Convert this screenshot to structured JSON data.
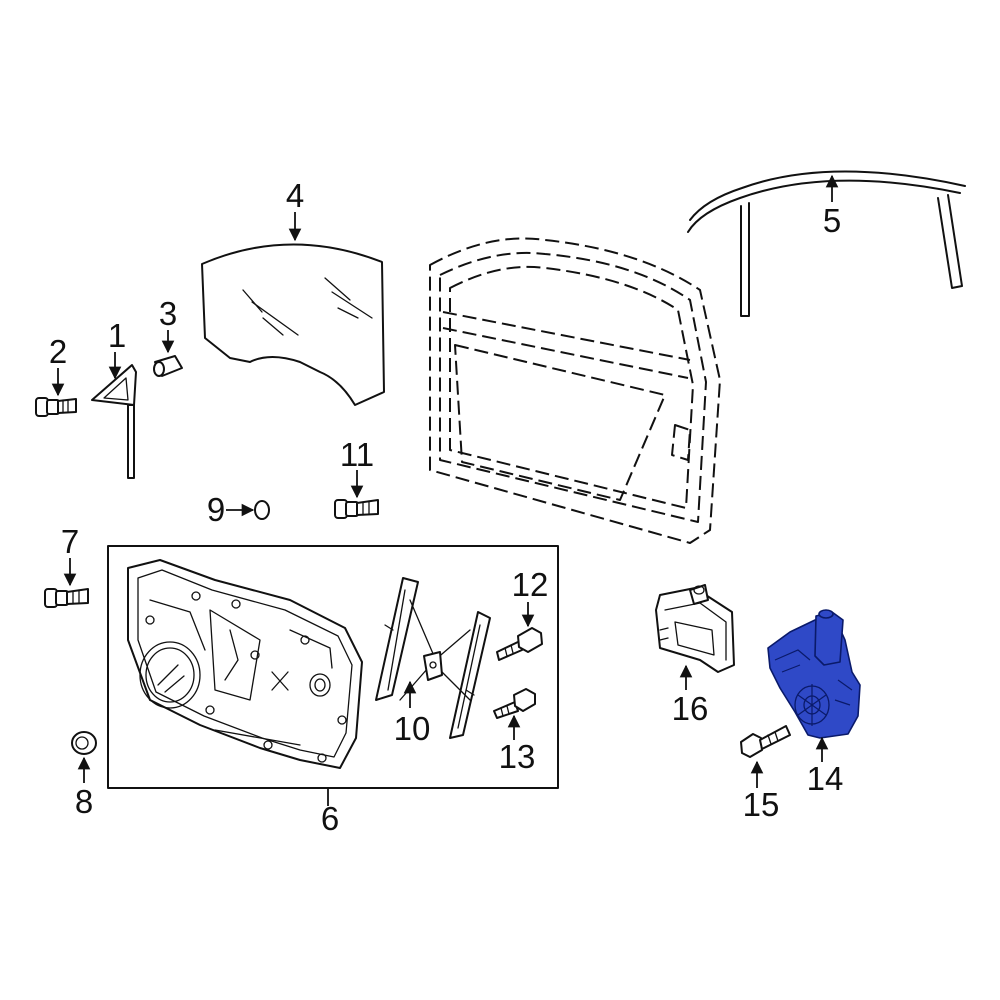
{
  "diagram": {
    "highlight_color": "#2f49c7",
    "line_color": "#111111",
    "background": "#ffffff"
  },
  "callouts": {
    "c1": "1",
    "c2": "2",
    "c3": "3",
    "c4": "4",
    "c5": "5",
    "c6": "6",
    "c7": "7",
    "c8": "8",
    "c9": "9",
    "c10": "10",
    "c11": "11",
    "c12": "12",
    "c13": "13",
    "c14": "14",
    "c15": "15",
    "c16": "16"
  }
}
